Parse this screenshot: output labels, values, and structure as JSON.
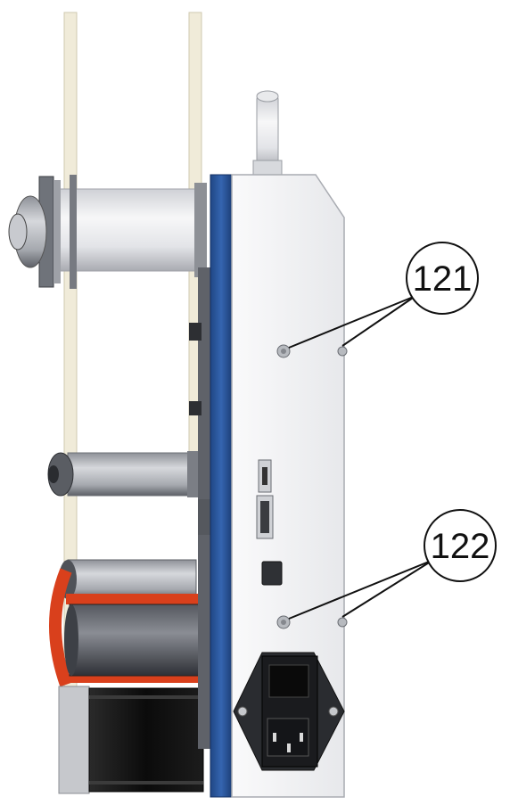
{
  "callouts": [
    {
      "id": "121",
      "label": "121"
    },
    {
      "id": "122",
      "label": "122"
    }
  ],
  "colors": {
    "panel": "#f1f1f3",
    "panel_edge": "#bfc2c8",
    "blue_strip": "#2c5aa0",
    "roller_light": "#e6e7ea",
    "roller_dark": "#3a3d44",
    "tape": "#efe9d6",
    "red_band": "#d9401c",
    "motor": "#101010",
    "motor_plate": "#c6c8cc"
  }
}
